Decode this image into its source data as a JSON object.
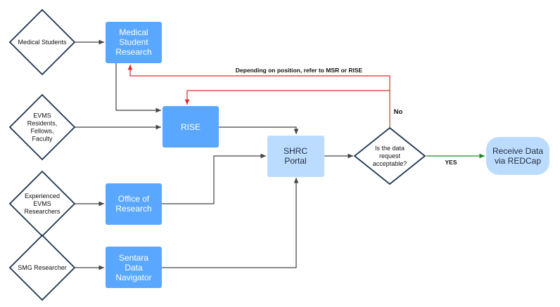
{
  "diagram": {
    "diamonds": {
      "medical_students": [
        "Medical Students"
      ],
      "evms_residents": [
        "EVMS",
        "Residents,",
        "Fellows,",
        "Faculty"
      ],
      "experienced_researchers": [
        "Experienced",
        "EVMS",
        "Researchers"
      ],
      "smg_researcher": [
        "SMG Researcher"
      ],
      "data_request": [
        "Is the data",
        "request",
        "acceptable?"
      ]
    },
    "boxes": {
      "medical_student_research": [
        "Medical",
        "Student",
        "Research"
      ],
      "rise": [
        "RISE"
      ],
      "office_of_research": [
        "Office of",
        "Research"
      ],
      "sentara_data_navigator": [
        "Sentara",
        "Data",
        "Navigator"
      ],
      "shrc_portal": [
        "SHRC",
        "Portal"
      ],
      "receive_data": [
        "Receive Data",
        "via REDCap"
      ]
    },
    "edge_labels": {
      "refer": "Depending on position, refer to MSR or RISE",
      "no": "No",
      "yes": "YES"
    },
    "colors": {
      "box_primary": "#5aa7ff",
      "box_light": "#bcdcff",
      "diamond_stroke": "#1e3550",
      "edge": "#444444",
      "no_edge": "#e0292b",
      "yes_edge": "#1e8a2e"
    }
  }
}
